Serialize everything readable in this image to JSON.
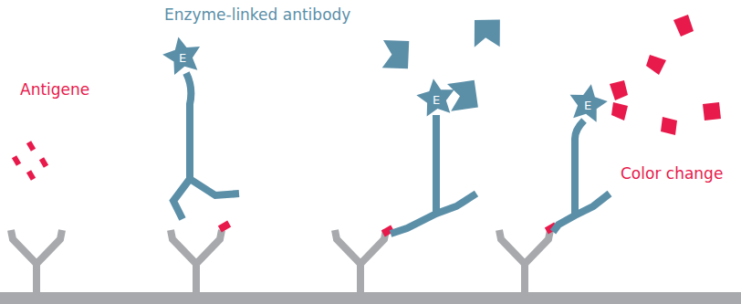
{
  "diagram": {
    "nodes": [
      {
        "text": [
          "E"
        ]
      },
      {
        "text": [
          "E"
        ]
      },
      {
        "text": [
          "E"
        ]
      }
    ],
    "labels": [
      "Enzyme-linked antibody",
      "Antigene",
      "Color change"
    ]
  }
}
